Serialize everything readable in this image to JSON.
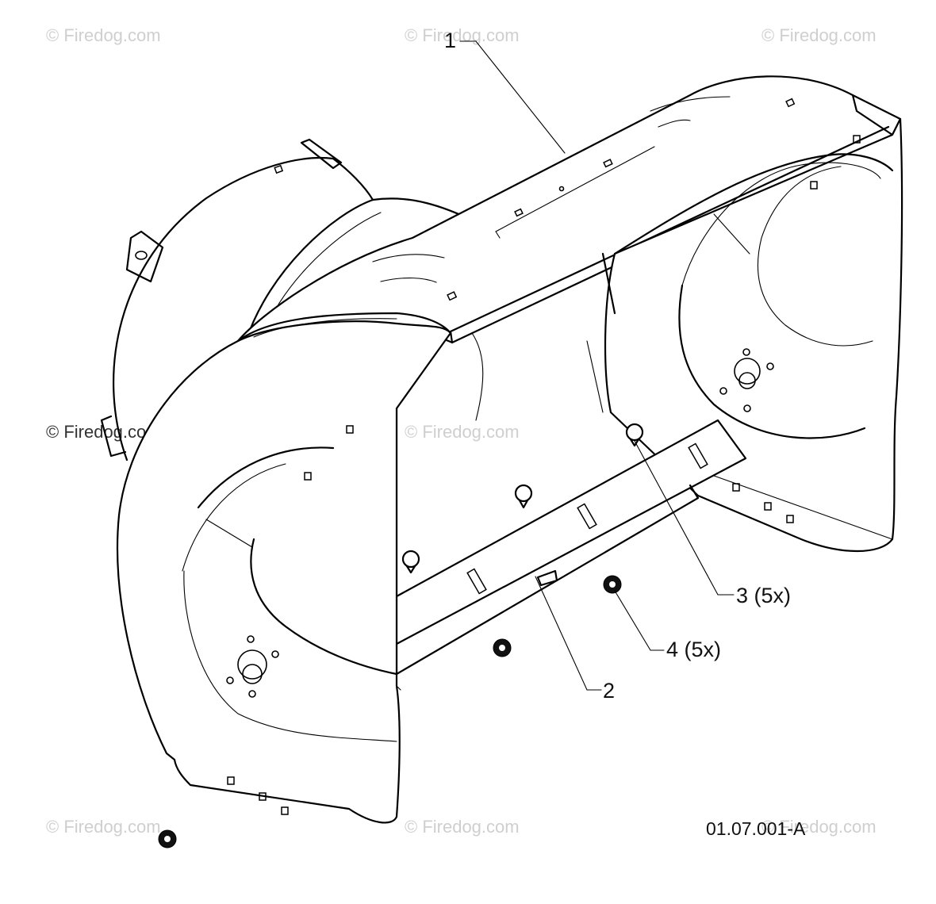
{
  "watermark": "© Firedog.com",
  "callouts": [
    {
      "label": "1"
    },
    {
      "label": "2"
    },
    {
      "label": "3 (5x)"
    },
    {
      "label": "4 (5x)"
    }
  ],
  "figure_code": "01.07.001-A"
}
